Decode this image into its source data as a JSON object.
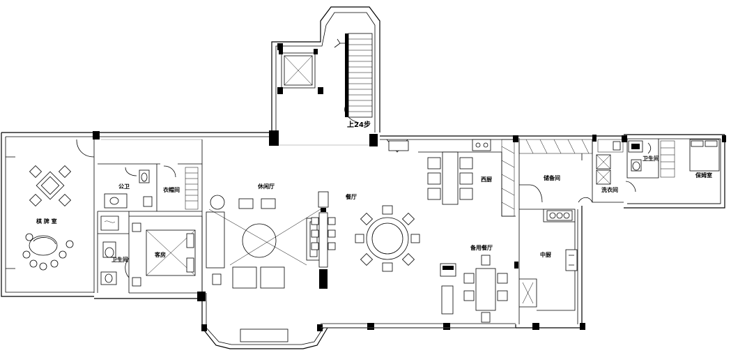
{
  "labels": {
    "stair": "上24步",
    "chess_room": "棋 牌 室",
    "public_wc": "公卫",
    "cloakroom": "衣帽间",
    "guest_bath": "卫生间",
    "guest_room": "客房",
    "lounge": "休闲厅",
    "dining": "餐厅",
    "western_kitchen": "西厨",
    "spare_dining": "备用餐厅",
    "storage": "储备间",
    "laundry": "洗衣间",
    "maid_bath": "卫生间",
    "maid_room": "保姆室",
    "chinese_kitchen": "中厨"
  },
  "colors": {
    "line": "#000000",
    "background": "#ffffff",
    "secondary_line": "#888888"
  }
}
